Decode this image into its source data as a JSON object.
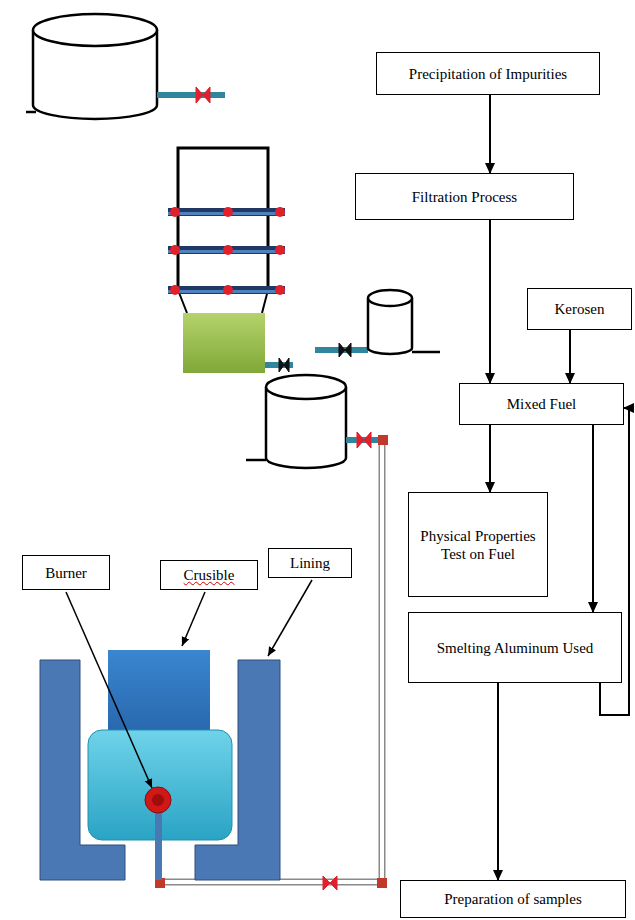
{
  "diagram": {
    "nodes": [
      {
        "text": [
          "Precipitation of Impurities"
        ]
      },
      {
        "text": [
          "Filtration Process"
        ]
      },
      {
        "text": [
          "Kerosen"
        ]
      },
      {
        "text": [
          "Mixed Fuel"
        ]
      },
      {
        "text": [
          "Physical Properties Test on Fuel"
        ]
      },
      {
        "text": [
          "Smelting Aluminum Used"
        ]
      },
      {
        "text": [
          "Preparation of samples"
        ]
      },
      {
        "text": [
          "Burner"
        ]
      },
      {
        "text": [
          "Crusible"
        ]
      },
      {
        "text": [
          "Lining"
        ]
      }
    ],
    "edges": [
      {
        "from": 0,
        "to": 1,
        "arrow": "to"
      },
      {
        "from": 1,
        "to": 3,
        "arrow": "to"
      },
      {
        "from": 2,
        "to": 3,
        "arrow": "to"
      },
      {
        "from": 3,
        "to": 4,
        "arrow": "to"
      },
      {
        "from": 3,
        "to": 5,
        "arrow": "to"
      },
      {
        "from": 5,
        "to": 3,
        "arrow": "to"
      },
      {
        "from": 5,
        "to": 6,
        "arrow": "to"
      }
    ]
  }
}
